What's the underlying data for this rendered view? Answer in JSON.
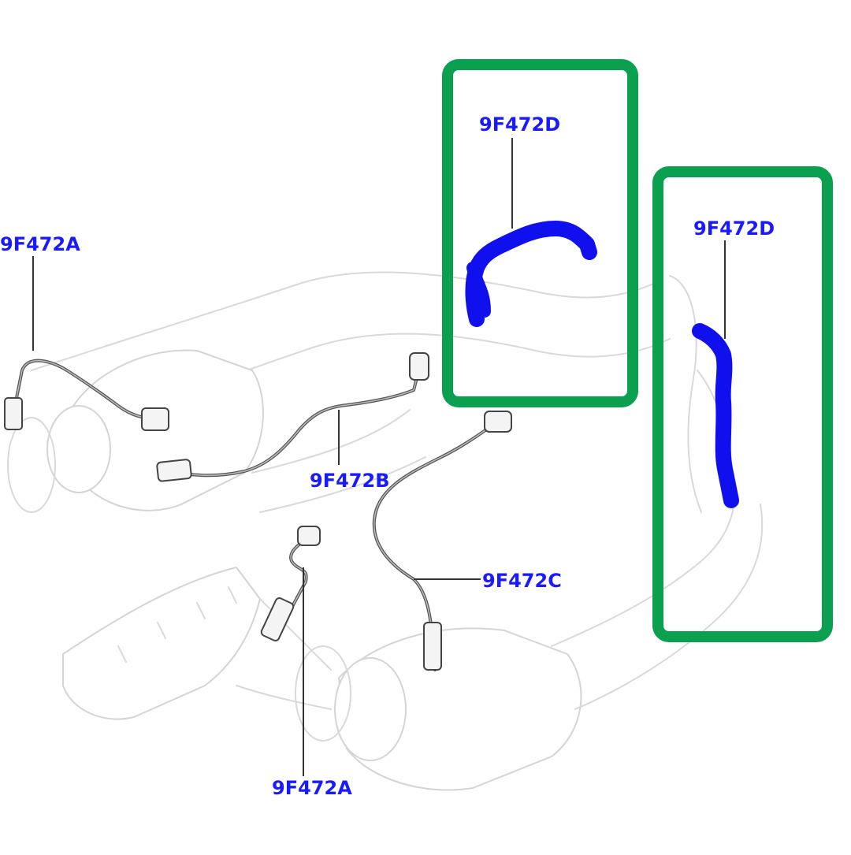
{
  "diagram": {
    "colors": {
      "label": "#1a1aff",
      "highlight_box": "#0aa050",
      "highlight_scribble": "#1010ee",
      "ghost_outline": "#d9d9d9",
      "sensor_wire": "#555555"
    },
    "labels": {
      "left_upstream_sensor": "9F472A",
      "left_downstream_sensor": "9F472B",
      "right_downstream_sensor": "9F472C",
      "right_upstream_sensor": "9F472A",
      "highlight_sensor_top": "9F472D",
      "highlight_sensor_right": "9F472D"
    },
    "icons": {
      "sensor": "oxygen-sensor-icon",
      "exhaust": "exhaust-pipe-outline"
    }
  }
}
